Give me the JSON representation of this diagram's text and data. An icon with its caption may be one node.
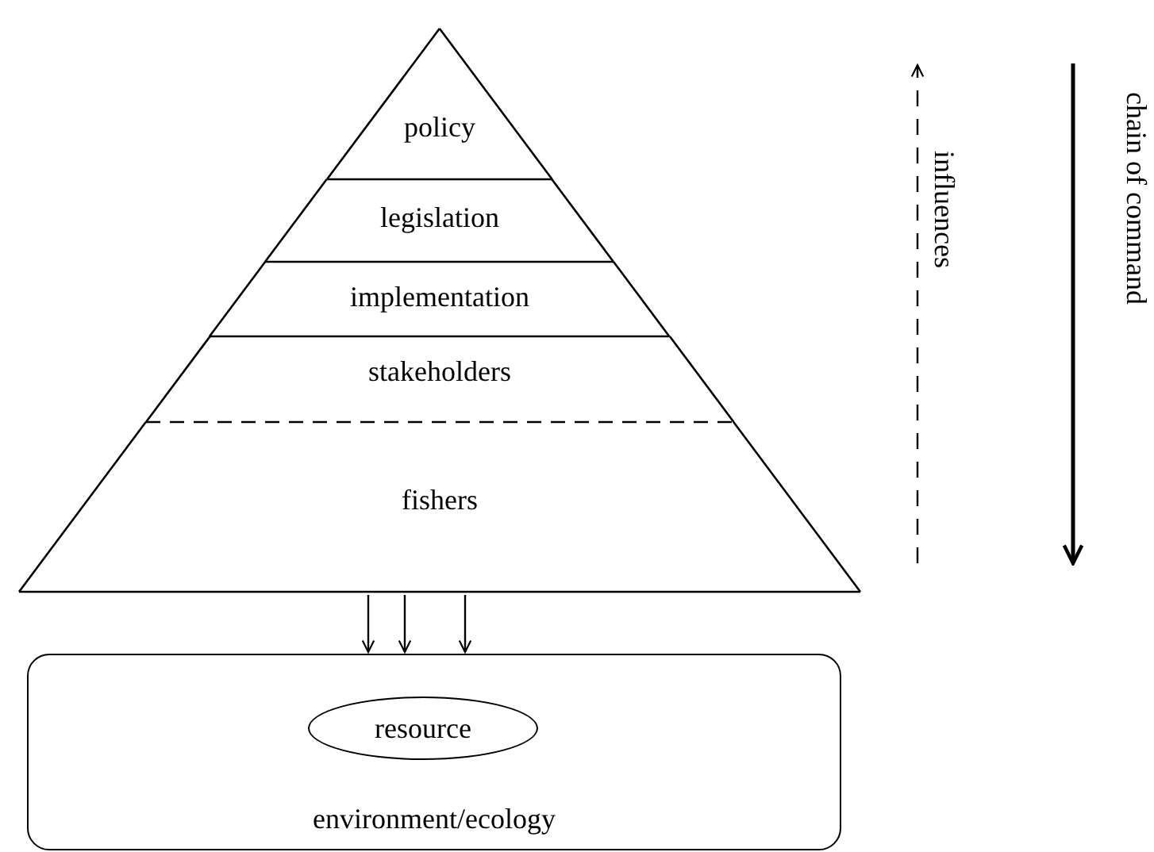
{
  "diagram": {
    "nodes": [
      {
        "text": [
          "policy"
        ]
      },
      {
        "text": [
          "legislation"
        ]
      },
      {
        "text": [
          "implementation"
        ]
      },
      {
        "text": [
          "stakeholders"
        ]
      },
      {
        "text": [
          "fishers"
        ]
      },
      {
        "text": [
          "environment/ecology"
        ]
      },
      {
        "text": [
          "resource"
        ],
        "in": 5
      }
    ],
    "edges": [
      {
        "from": 4,
        "to": 5,
        "arrow": "to"
      },
      {
        "from": 4,
        "to": 5,
        "arrow": "to"
      },
      {
        "from": 4,
        "to": 5,
        "arrow": "to"
      }
    ],
    "labels": [
      "influences",
      "chain of command"
    ]
  }
}
